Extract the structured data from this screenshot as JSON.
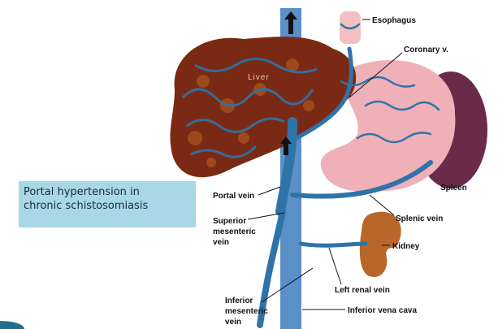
{
  "title": {
    "line1": "Portal hypertension  in",
    "line2": "chronic schistosomiasis"
  },
  "labels": {
    "esophagus": "Esophagus",
    "coronary": "Coronary v.",
    "liver": "Liver",
    "spleen": "Spleen",
    "portal_vein": "Portal vein",
    "splenic_vein": "Splenic vein",
    "smv1": "Superior",
    "smv2": "mesenteric",
    "smv3": "vein",
    "kidney": "Kidney",
    "left_renal": "Left renal vein",
    "imv1": "Inferior",
    "imv2": "mesenteric",
    "imv3": "vein",
    "ivc": "Inferior  vena cava"
  },
  "colors": {
    "vein": "#2f74a8",
    "liver": "#7a2a14",
    "stomach": "#f0b0b8",
    "spleen": "#6a2a4a",
    "kidney": "#b8662a",
    "title_bg": "#a8d8e6"
  }
}
